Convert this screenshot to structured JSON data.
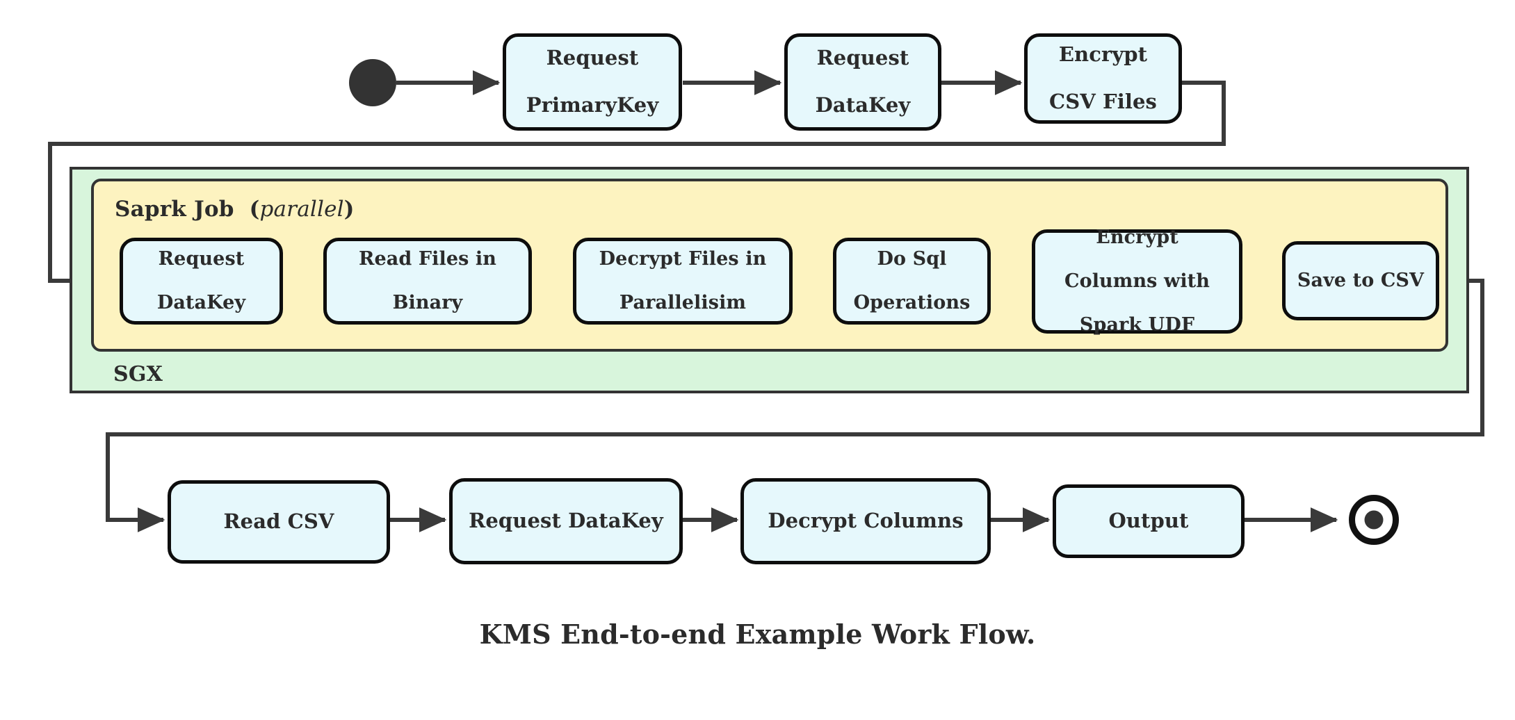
{
  "diagram": {
    "title": "KMS End-to-end Example Work Flow.",
    "colors": {
      "node_fill": "#e6f8fc",
      "node_stroke": "#0d0d0d",
      "sgx_fill": "#d8f5dc",
      "spark_fill": "#fdf3c0",
      "lane_stroke": "#333333",
      "arrow": "#3a3a3a",
      "text": "#2b2b2b",
      "page_bg": "#ffffff"
    },
    "lanes": [
      {
        "id": "sgx",
        "label": "SGX"
      },
      {
        "id": "spark",
        "label_bold": "Saprk Job",
        "label_paren_open": "(",
        "label_italic": "parallel",
        "label_paren_close": ")"
      }
    ],
    "terminals": {
      "start": "start-node",
      "end": "end-node"
    },
    "rows": {
      "top": [
        {
          "id": "request-primarykey",
          "lines": [
            "Request",
            "PrimaryKey"
          ]
        },
        {
          "id": "request-datakey-top",
          "lines": [
            "Request",
            "DataKey"
          ]
        },
        {
          "id": "encrypt-csv-files",
          "lines": [
            "Encrypt",
            "CSV Files"
          ]
        }
      ],
      "spark": [
        {
          "id": "request-datakey-spark",
          "lines": [
            "Request",
            "DataKey"
          ]
        },
        {
          "id": "read-files-in-binary",
          "lines": [
            "Read Files in",
            "Binary"
          ]
        },
        {
          "id": "decrypt-files-parallel",
          "lines": [
            "Decrypt Files in",
            "Parallelisim"
          ]
        },
        {
          "id": "do-sql-operations",
          "lines": [
            "Do Sql",
            "Operations"
          ]
        },
        {
          "id": "encrypt-columns-udf",
          "lines": [
            "Encrypt",
            "Columns with",
            "Spark UDF"
          ]
        },
        {
          "id": "save-to-csv",
          "lines": [
            "Save to CSV"
          ]
        }
      ],
      "bottom": [
        {
          "id": "read-csv",
          "lines": [
            "Read CSV"
          ]
        },
        {
          "id": "request-datakey-bottom",
          "lines": [
            "Request DataKey"
          ]
        },
        {
          "id": "decrypt-columns",
          "lines": [
            "Decrypt Columns"
          ]
        },
        {
          "id": "output",
          "lines": [
            "Output"
          ]
        }
      ]
    }
  }
}
